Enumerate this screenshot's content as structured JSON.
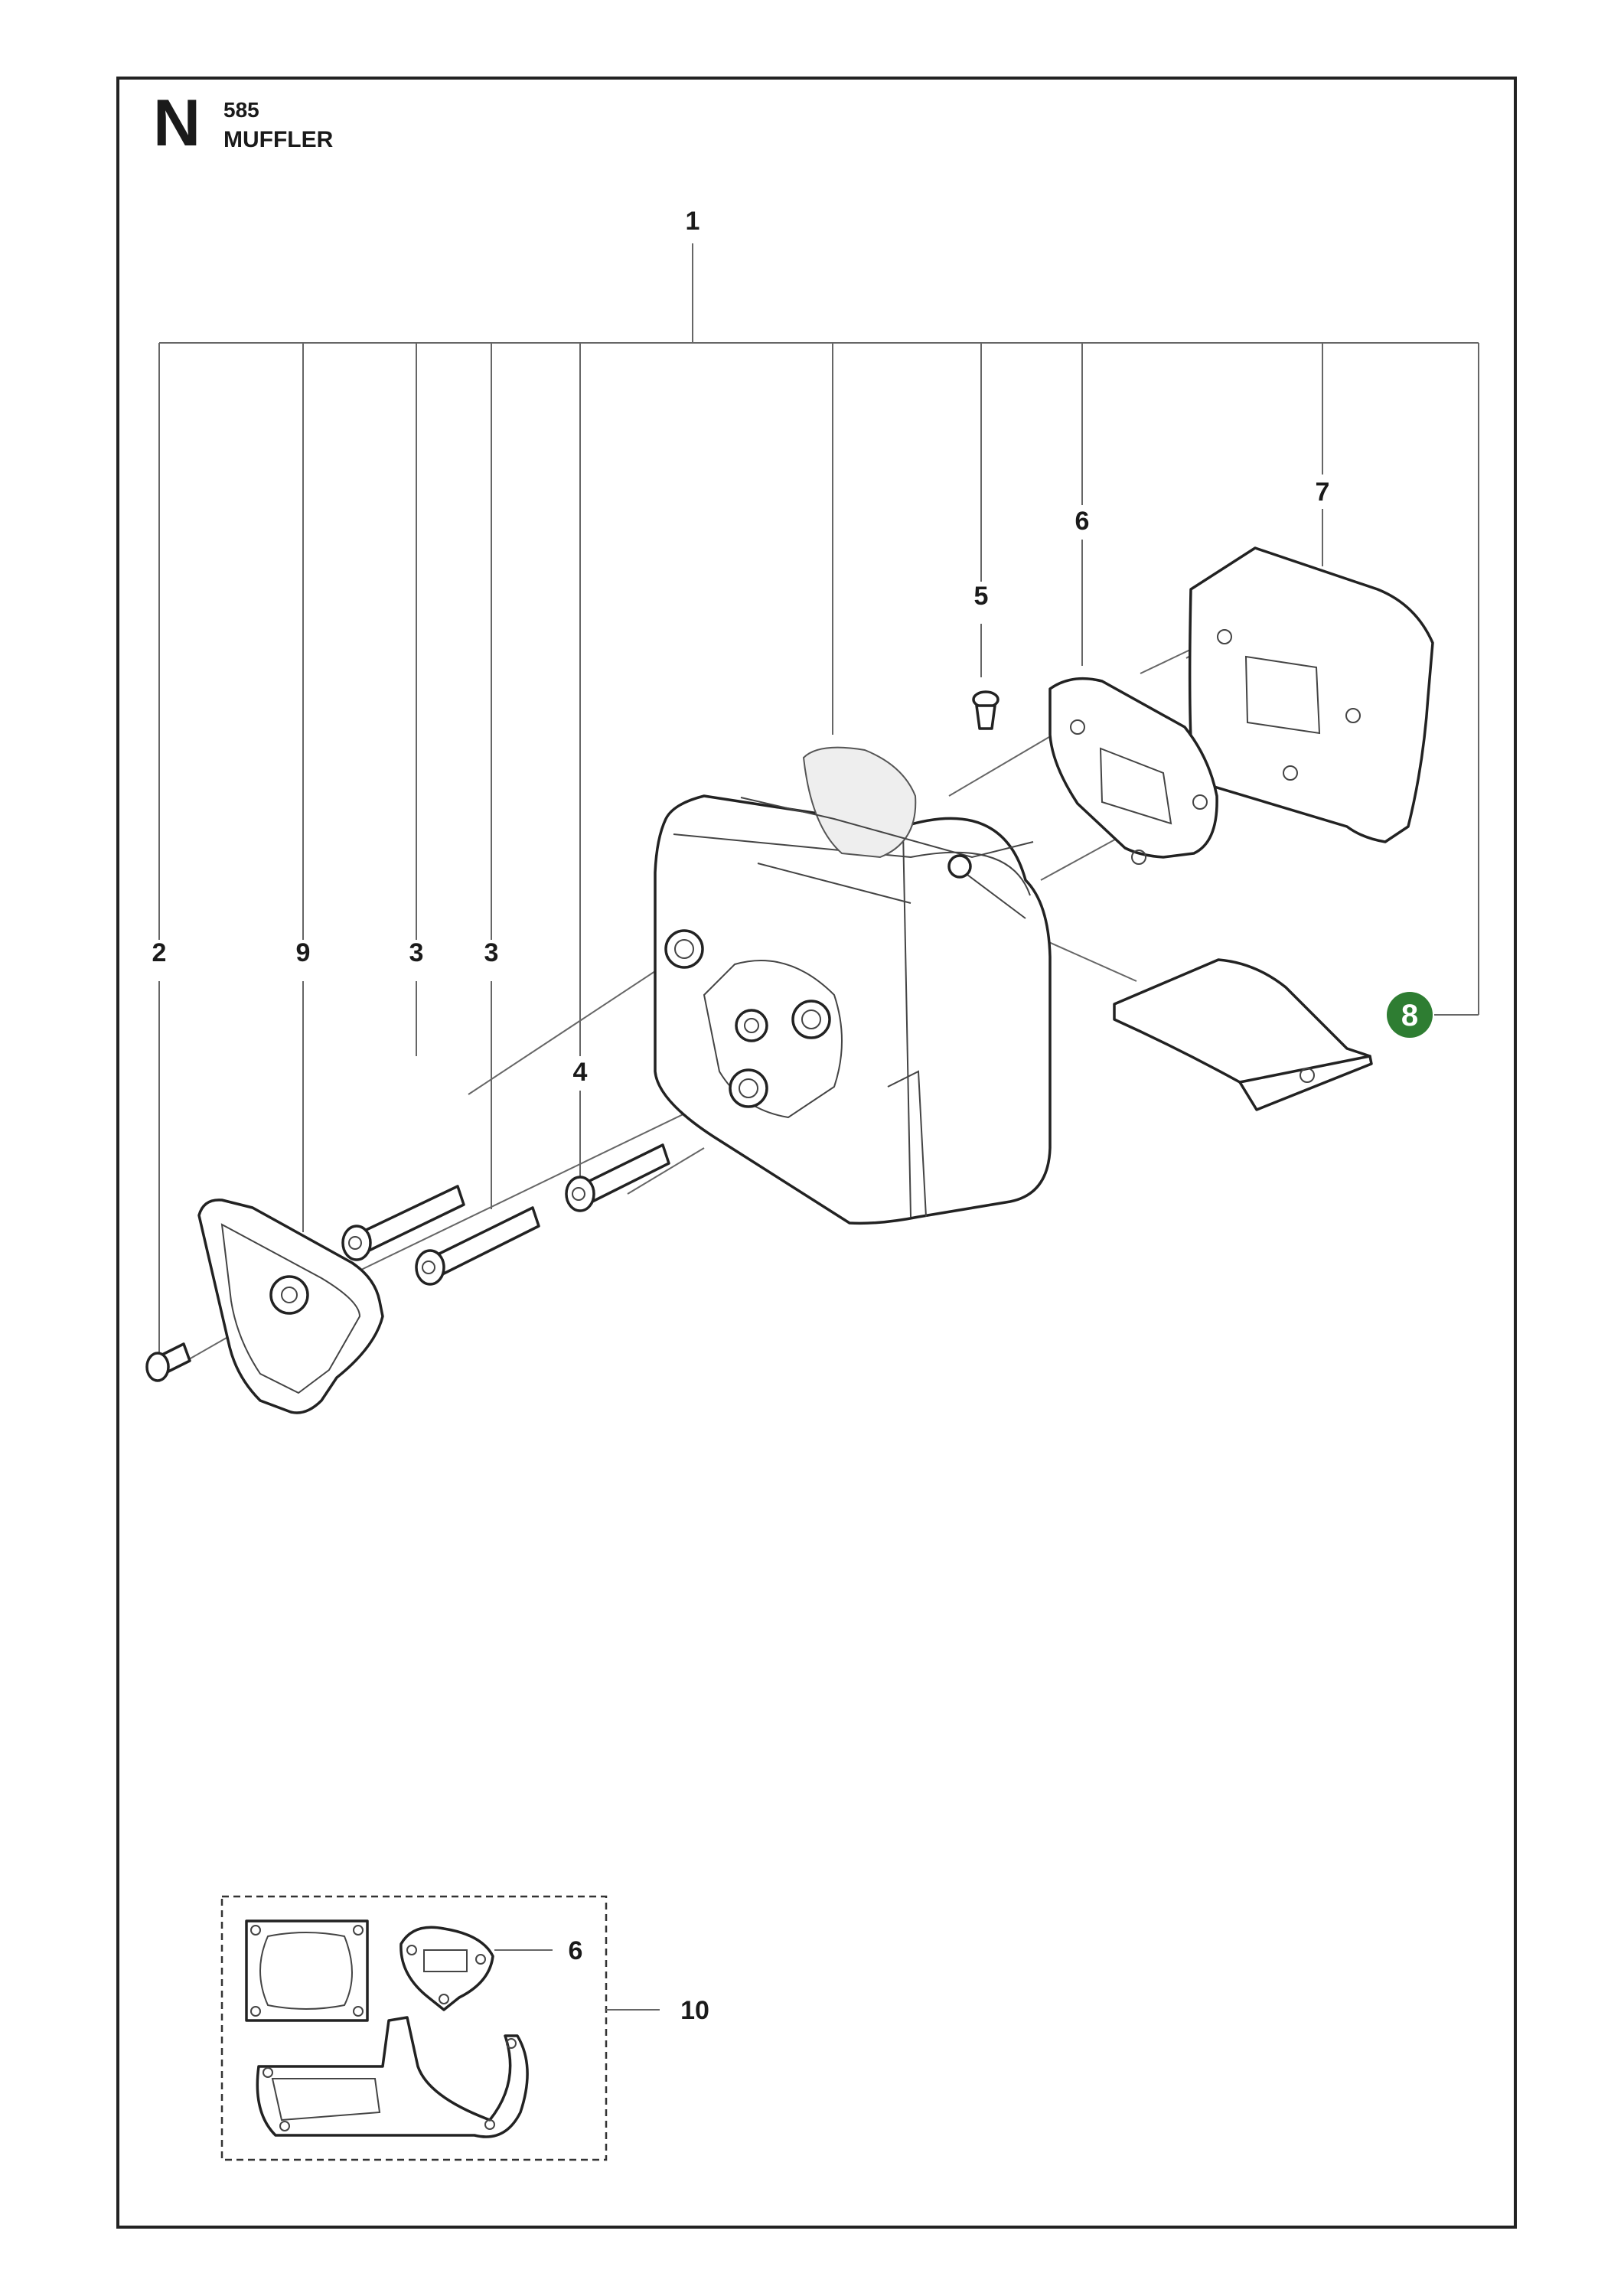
{
  "header": {
    "section_letter": "N",
    "model": "585",
    "title": "MUFFLER"
  },
  "callouts": {
    "c1": "1",
    "c2": "2",
    "c3a": "3",
    "c3b": "3",
    "c4": "4",
    "c5": "5",
    "c6": "6",
    "c7": "7",
    "c8": "8",
    "c9": "9",
    "c10": "10",
    "c6_inset": "6"
  },
  "colors": {
    "highlight_badge": "#2e7d32",
    "frame": "#222222"
  }
}
